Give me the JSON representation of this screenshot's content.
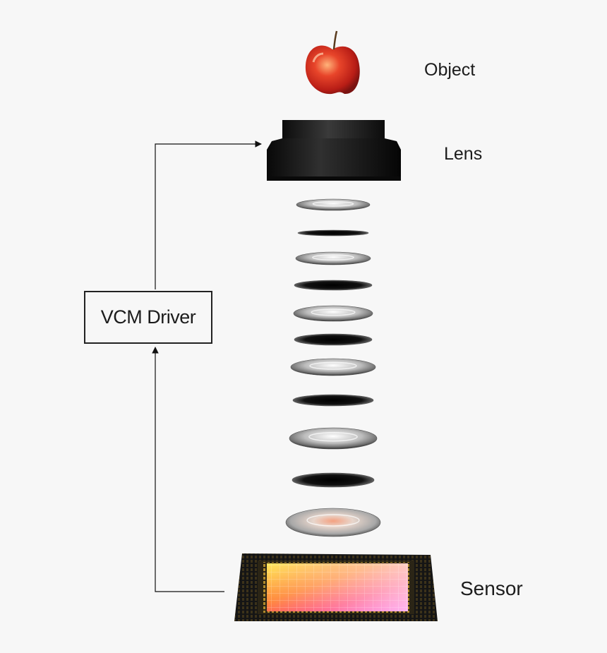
{
  "labels": {
    "object": "Object",
    "lens": "Lens",
    "sensor": "Sensor",
    "driver": "VCM Driver"
  },
  "icons": {
    "object": "apple-icon",
    "lens": "lens-housing-icon",
    "elements": "lens-element-icon",
    "sensor": "image-sensor-chip-icon"
  },
  "lens_elements": [
    {
      "kind": "clear"
    },
    {
      "kind": "dark"
    },
    {
      "kind": "clear"
    },
    {
      "kind": "dark"
    },
    {
      "kind": "clear"
    },
    {
      "kind": "dark"
    },
    {
      "kind": "clear"
    },
    {
      "kind": "dark"
    },
    {
      "kind": "clear"
    },
    {
      "kind": "dark"
    },
    {
      "kind": "glass"
    }
  ],
  "colors": {
    "arrow": "#111111",
    "housing": "#1a1a1a",
    "apple": "#d8301c",
    "sensor_hot": "#ff3b2f",
    "sensor_magenta": "#ff2bd6",
    "sensor_yellow": "#ffe85a"
  }
}
